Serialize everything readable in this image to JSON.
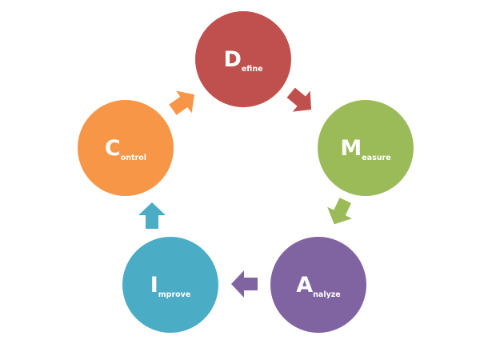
{
  "steps": [
    {
      "cap": "D",
      "rest": "efine",
      "color": "#c0504d"
    },
    {
      "cap": "M",
      "rest": "easure",
      "color": "#9bbb59"
    },
    {
      "cap": "A",
      "rest": "nalyze",
      "color": "#8064a2"
    },
    {
      "cap": "I",
      "rest": "mprove",
      "color": "#4bacc6"
    },
    {
      "cap": "C",
      "rest": "ontrol",
      "color": "#f79646"
    }
  ]
}
